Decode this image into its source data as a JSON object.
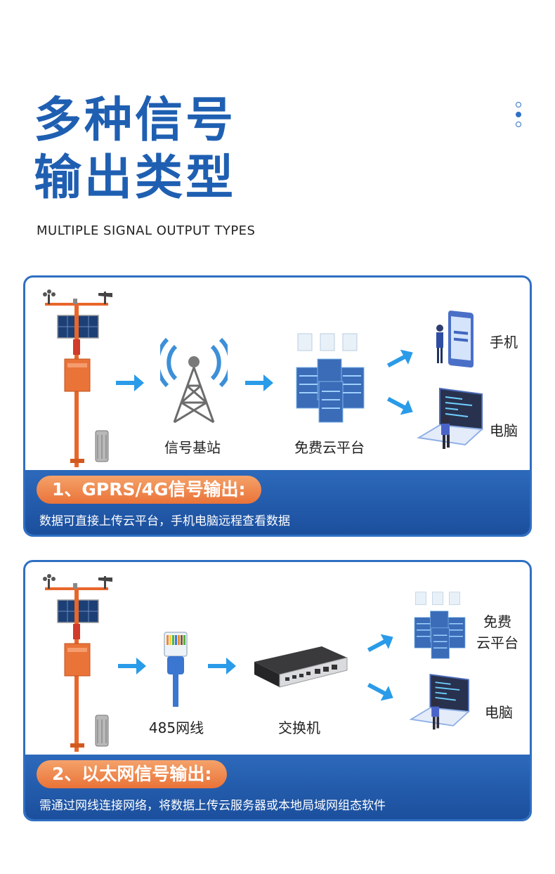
{
  "header": {
    "title_line1": "多种信号",
    "title_line2": "输出类型",
    "subtitle": "MULTIPLE SIGNAL OUTPUT TYPES"
  },
  "panel1": {
    "tower_label": "信号基站",
    "cloud_label": "免费云平台",
    "phone_label": "手机",
    "pc_label": "电脑",
    "pill": "1、GPRS/4G信号输出:",
    "desc": "数据可直接上传云平台，手机电脑远程查看数据"
  },
  "panel2": {
    "cable_label": "485网线",
    "switch_label": "交换机",
    "cloud_label_line1": "免费",
    "cloud_label_line2": "云平台",
    "pc_label": "电脑",
    "pill": "2、以太网信号输出:",
    "desc": "需通过网线连接网络，将数据上传云服务器或本地局域网组态软件"
  },
  "colors": {
    "title_blue": "#1f5fb2",
    "frame_blue": "#2f6fc3",
    "pill_orange": "#ea7338",
    "arrow_blue": "#2a9be8",
    "station_orange": "#e8662a"
  }
}
